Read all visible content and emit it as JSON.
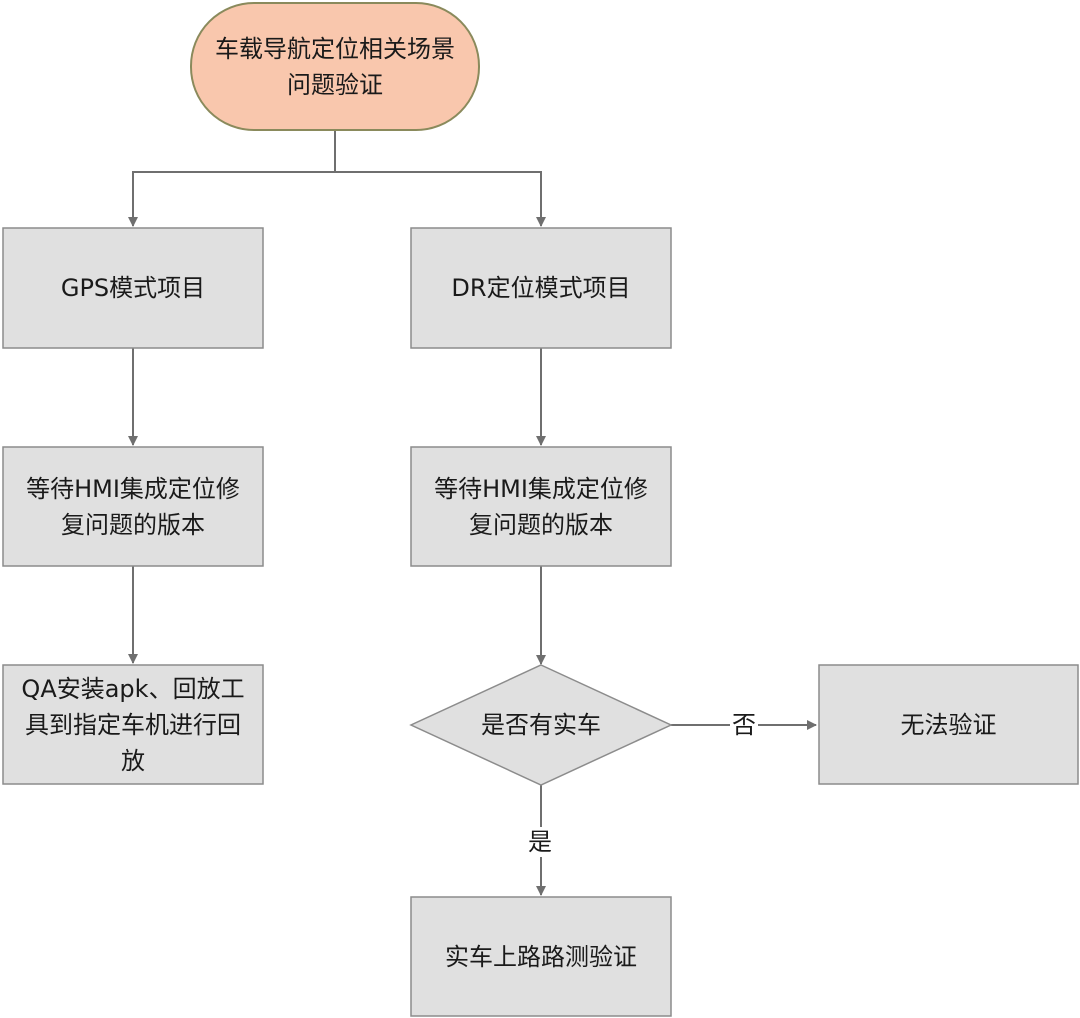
{
  "nodes": {
    "start": {
      "label": "车载导航定位相关场景\n问题验证"
    },
    "gps": {
      "label": "GPS模式项目"
    },
    "dr": {
      "label": "DR定位模式项目"
    },
    "gps_wait": {
      "label": "等待HMI集成定位修\n复问题的版本"
    },
    "dr_wait": {
      "label": "等待HMI集成定位修\n复问题的版本"
    },
    "qa_install": {
      "label": "QA安装apk、回放工\n具到指定车机进行回\n放"
    },
    "has_car": {
      "label": "是否有实车"
    },
    "cannot_verify": {
      "label": "无法验证"
    },
    "road_test": {
      "label": "实车上路路测验证"
    }
  },
  "edges": {
    "no_label": "否",
    "yes_label": "是"
  },
  "colors": {
    "start_fill": "#f9c7ad",
    "start_stroke": "#8a8a5c",
    "box_fill": "#e0e0e0",
    "box_stroke": "#8c8c8c",
    "line": "#6f6f6f"
  }
}
